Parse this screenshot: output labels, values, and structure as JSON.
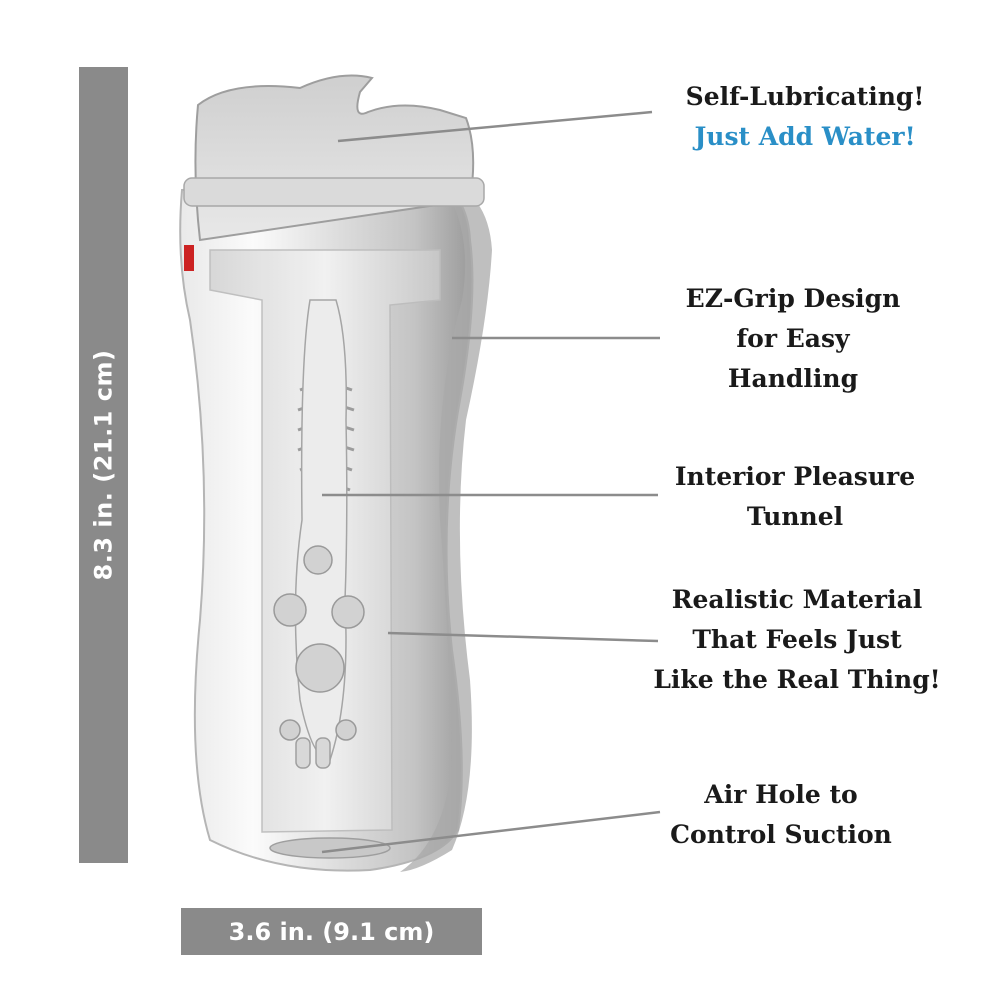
{
  "dimensions": {
    "height_label": "8.3 in. (21.1 cm)",
    "width_label": "3.6 in. (9.1 cm)",
    "bar_color": "#8a8a8a"
  },
  "colors": {
    "text": "#1a1a1a",
    "accent": "#2a8fc7",
    "leader_line": "#8c8c8c"
  },
  "callouts": [
    {
      "lines": [
        "Self-Lubricating!"
      ],
      "accent_line": "Just Add Water!"
    },
    {
      "lines": [
        "EZ-Grip Design",
        "for Easy",
        "Handling"
      ]
    },
    {
      "lines": [
        "Interior Pleasure",
        "Tunnel"
      ]
    },
    {
      "lines": [
        "Realistic Material",
        "That Feels Just",
        "Like the Real Thing!"
      ]
    },
    {
      "lines": [
        "Air Hole to",
        "Control Suction"
      ]
    }
  ]
}
